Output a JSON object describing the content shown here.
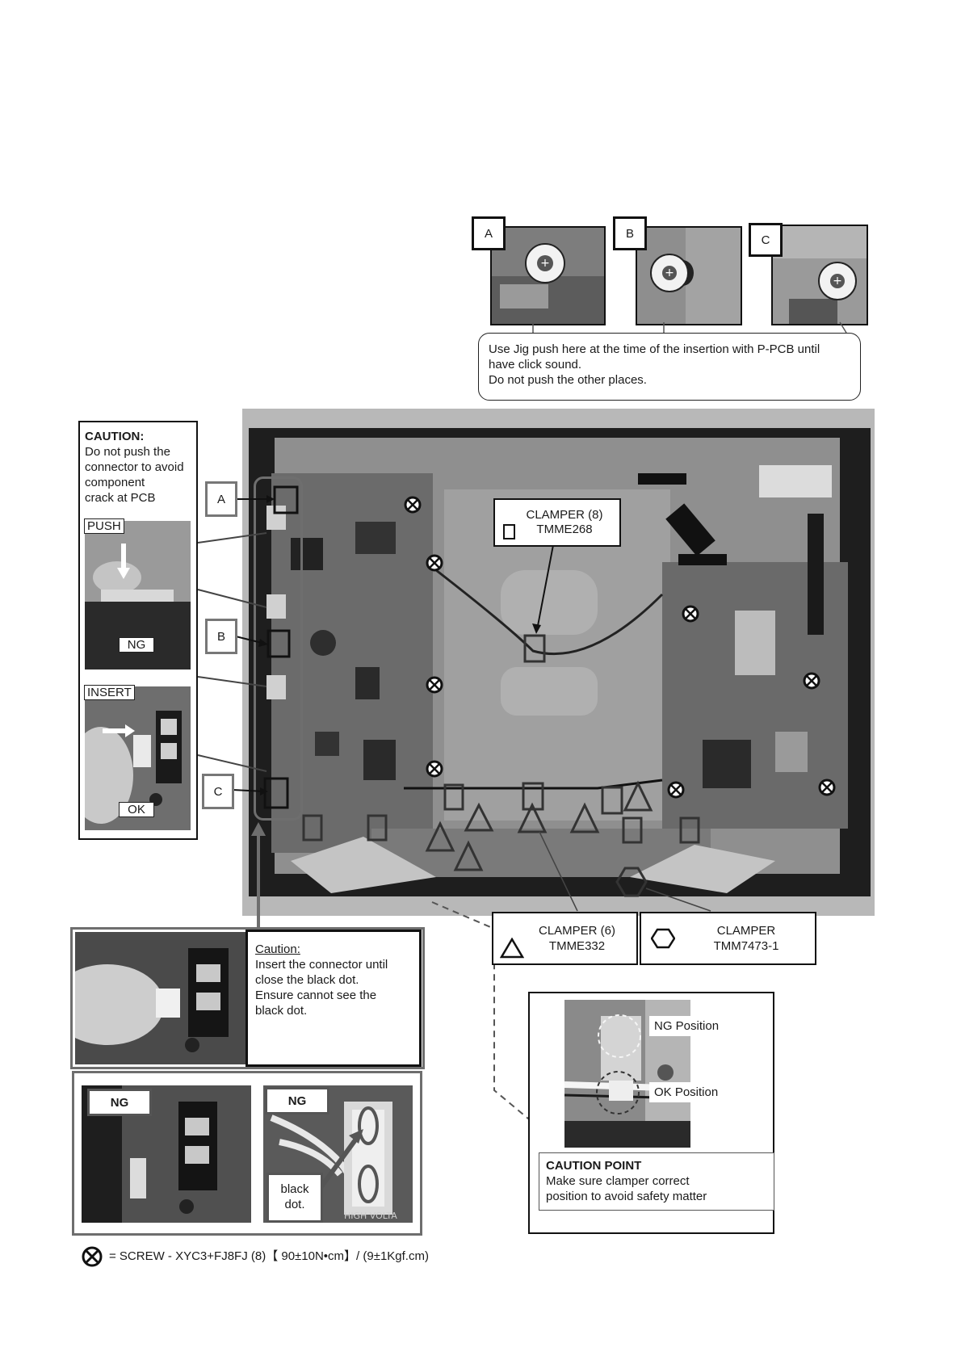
{
  "jig": {
    "a_label": "A",
    "b_label": "B",
    "c_label": "C",
    "instruction_line1": "Use Jig push here at the time of the insertion with P-PCB until",
    "instruction_line2": "have click sound.",
    "instruction_line3": "Do not push the other places."
  },
  "caution_left": {
    "title": "CAUTION:",
    "line1": "Do not push the",
    "line2": "connector to avoid",
    "line3": "component",
    "line4": "crack at PCB",
    "push_label": "PUSH",
    "ng_label": "NG",
    "insert_label": "INSERT",
    "ok_label": "OK"
  },
  "callouts": {
    "a": "A",
    "b": "B",
    "c": "C"
  },
  "clamper_8": {
    "line1": "CLAMPER (8)",
    "line2": "TMME268"
  },
  "clamper_6": {
    "line1": "CLAMPER (6)",
    "line2": "TMME332"
  },
  "clamper_hex": {
    "line1": "CLAMPER",
    "line2": "TMM7473-1"
  },
  "caution_insert": {
    "title": "Caution:",
    "line1": "Insert the connector until",
    "line2": "close the black dot.",
    "line3": "Ensure cannot see the",
    "line4": "black dot."
  },
  "ng_panel": {
    "ng1": "NG",
    "ng2": "NG",
    "black_dot_line1": "black",
    "black_dot_line2": "dot.",
    "photo_text": "HIGH VOLTA"
  },
  "caution_point": {
    "ng_position": "NG Position",
    "ok_position": "OK Position",
    "title": "CAUTION POINT",
    "line1": "Make sure clamper correct",
    "line2": "position to avoid safety matter"
  },
  "legend": {
    "screw_text": "= SCREW - XYC3+FJ8FJ (8)【 90±10N•cm】/ (9±1Kgf.cm)"
  }
}
